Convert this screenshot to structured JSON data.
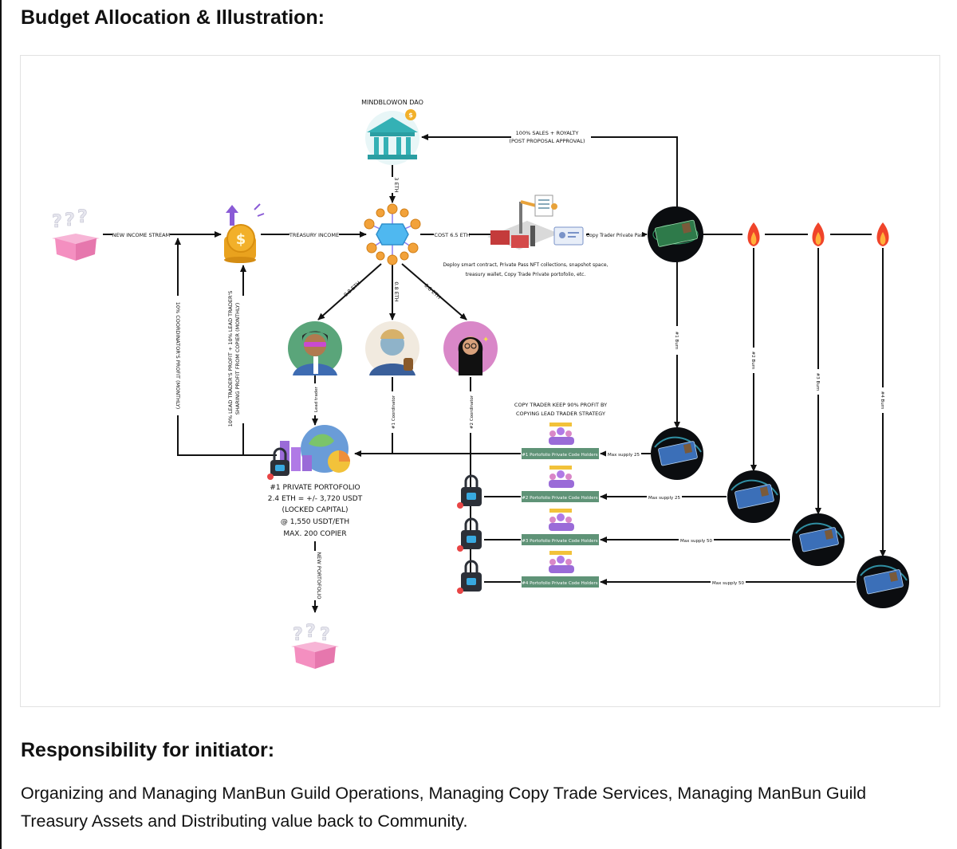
{
  "headings": {
    "budget": "Budget Allocation & Illustration:",
    "responsibility": "Responsibility for initiator:"
  },
  "body_text": "Organizing and Managing ManBun Guild Operations, Managing Copy Trade Services, Managing ManBun Guild Treasury Assets and Distributing value back to Community.",
  "diagram": {
    "dao_title": "MINDBLOWON DAO",
    "eth_3": "3 ETH",
    "sales_royalty_1": "100% SALES + ROYALTY",
    "sales_royalty_2": "(POST PROPOSAL APPROVAL)",
    "new_income_stream": "NEW INCOME STREAM",
    "treasury_income": "TREASURY INCOME",
    "cost": "COST 6.5 ETH",
    "copy_trader_pass": "Copy Trader Private Pass",
    "deploy_1": "Deploy smart contract, Private Pass NFT collections, snapshot space,",
    "deploy_2": "treasury wallet, Copy Trade Private portofolio, etc.",
    "eth_08_a": "0.8 ETH",
    "eth_08_b": "0.8 ETH",
    "eth_08_c": "0.8 ETH",
    "coord_profit": "10% COORDINATOR'S PROFIT (MONTHLY)",
    "lead_profit_1": "10% LEAD TRADER'S PROFIT + 10% LEAD TRADER'S",
    "lead_profit_2": "SHARING PROFIT FROM COPIER (MONTHLY)",
    "lead_trader": "Lead trader",
    "coordinator_1": "#1 Coordinator",
    "coordinator_2": "#2 Coordinator",
    "copy_trader_keep_1": "COPY TRADER KEEP 90% PROFIT BY",
    "copy_trader_keep_2": "COPYING LEAD TRADER STRATEGY",
    "portfolio_lines": [
      "#1 PRIVATE PORTOFOLIO",
      "2.4 ETH = +/- 3,720 USDT",
      "(LOCKED CAPITAL)",
      "@ 1,550 USDT/ETH",
      "MAX. 200 COPIER"
    ],
    "new_portfolio": "NEW PORTOFOLIO",
    "holders": [
      "#1 Portofolio Private Code Holders",
      "#2 Portofolio Private Code Holders",
      "#3 Portofolio Private Code Holders",
      "#4 Portofolio Private Code Holders"
    ],
    "max_supply": [
      "Max supply 25",
      "Max supply 25",
      "Max supply 50",
      "Max supply 50"
    ],
    "burns": [
      "#1 Burn",
      "#2 Burn",
      "#3 Burn",
      "#4 Burn"
    ],
    "colors": {
      "holder_bar": "#5f9377",
      "bank": "#34b1b5",
      "fire": "#f0442a",
      "box_pink": "#f48fc0",
      "gold": "#f2b02a",
      "nft_bg": "#0b0d10"
    }
  }
}
